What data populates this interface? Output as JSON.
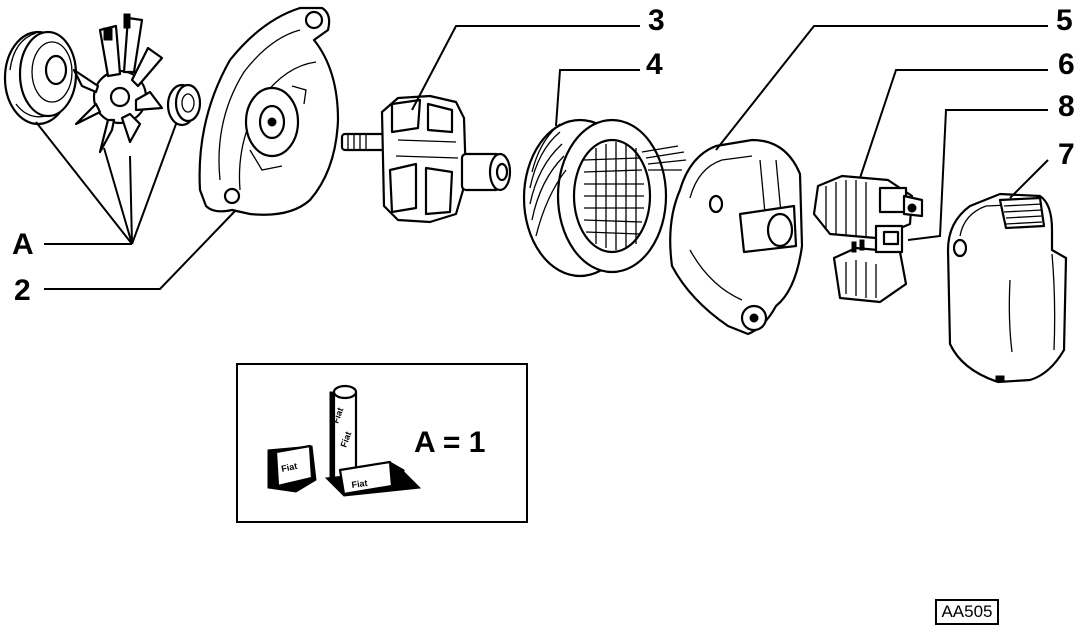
{
  "callouts": {
    "A": "A",
    "two": "2",
    "three": "3",
    "four": "4",
    "five": "5",
    "six": "6",
    "eight": "8",
    "seven": "7"
  },
  "kit": {
    "equation": "A = 1",
    "brand_lines": [
      "Fiat",
      "Fiat",
      "Fiat",
      "Fiat"
    ]
  },
  "reference_code": "AA505"
}
